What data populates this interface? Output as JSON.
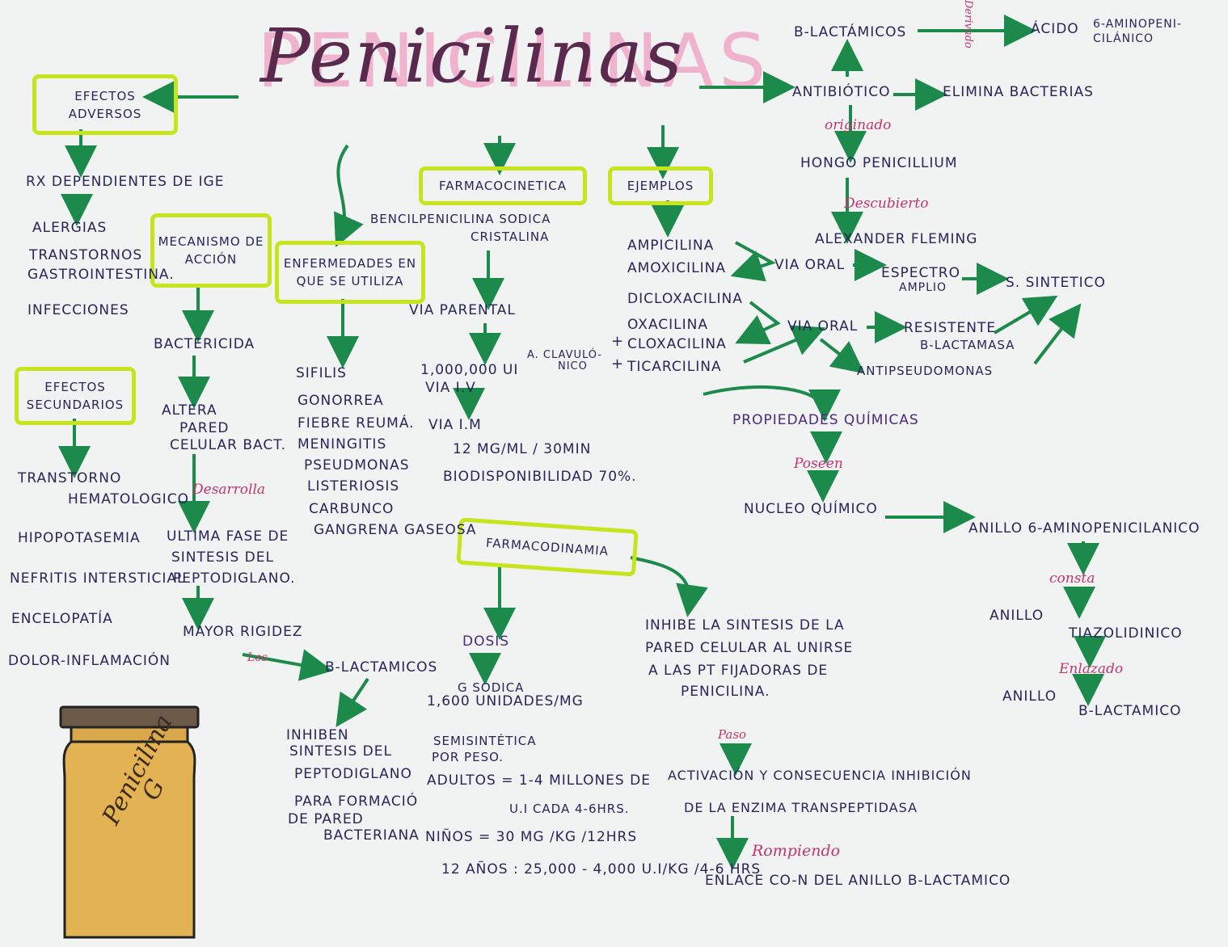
{
  "title": "Penicilinas",
  "title_ghost": "PENICILINAS",
  "boxes": {
    "efectos_adversos": "Efectos adversos",
    "mecanismo": "Mecanismo de acción",
    "enfermedades": "Enfermedades en que se utiliza",
    "farmacocinetica": "Farmacocinetica",
    "ejemplos": "Ejemplos",
    "efectos_secundarios": "Efectos secundarios",
    "farmacodinamia": "Farmacodinamia"
  },
  "top_right": {
    "beta_lactamicos": "β-Lactámicos",
    "derivado": "Derivado",
    "acido": "Ácido",
    "acido_6": "6-Aminopeni-",
    "acido_6b": "cilánico",
    "antibiotico": "Antibiótico",
    "elimina": "Elimina bacterias",
    "originado": "originado",
    "hongo": "Hongo Penicillium",
    "descubierto": "Descubierto",
    "alexander": "Alexander Fleming"
  },
  "efectos_adversos": {
    "rx": "Rx dependientes de IgE",
    "items": [
      "Alergias",
      "Transtornos",
      "gastrointestina.",
      "Infecciones"
    ]
  },
  "efectos_secundarios": {
    "items": [
      "Transtorno",
      "hematologico",
      "Hipopotasemia",
      "Nefritis intersticial",
      "Encelopatía",
      "Dolor-inflamación"
    ]
  },
  "mecanismo": {
    "bactericida": "Bactericida",
    "altera": [
      "Altera",
      "pared",
      "celular bact."
    ],
    "desarrolla": "Desarrolla",
    "ultima": [
      "Ultima fase de",
      "sintesis del",
      "peptodiglano."
    ],
    "mayor": "Mayor rigidez",
    "los": "Los",
    "beta": "β-Lactamicos",
    "inhiben": [
      "Inhiben",
      "sintesis del",
      "peptodiglano",
      "para formació",
      "de pared",
      "bacteriana"
    ]
  },
  "enfermedades": {
    "items": [
      "Sifilis",
      "Gonorrea",
      "Fiebre reumá.",
      "Meningitis",
      "Pseudmonas",
      "Listeriosis",
      "Carbunco",
      "Gangrena gaseosa"
    ]
  },
  "farmacocinetica": {
    "bencil": [
      "Bencilpenicilina sodica",
      "cristalina"
    ],
    "via_parental": "Via parental",
    "dosis1": [
      "1,000,000 UI",
      "via I.V"
    ],
    "via_im": "Via I.M",
    "conc": "12 mg/mL / 30min",
    "bio": "Biodisponibilidad 70%."
  },
  "ejemplos": {
    "grupo1": [
      "Ampicilina",
      "Amoxicilina"
    ],
    "grupo2": [
      "Dicloxacilina",
      "Oxacilina",
      "Cloxacilina",
      "Ticarcilina"
    ],
    "acido_clav": [
      "A. clavuló-",
      "nico"
    ],
    "plus": "+",
    "via_oral1": "Via oral",
    "espectro": [
      "Espectro",
      "amplio"
    ],
    "s_sintetico": "S. sintetico",
    "via_oral2": "Via oral",
    "resistente": [
      "Resistente",
      "β-Lactamasa"
    ],
    "antipseudo": "Antipseudomonas"
  },
  "propiedades": {
    "title": "Propiedades químicas",
    "poseen": "Poseen",
    "nucleo": "Nucleo químico",
    "anillo6": "Anillo 6-aminopenicilanico",
    "consta": "consta",
    "tiazol": [
      "Anillo",
      "Tiazolidinico"
    ],
    "enlazado": "Enlazado",
    "betalac": [
      "Anillo",
      "β-Lactamico"
    ]
  },
  "farmacodinamia": {
    "dosis": "Dosis",
    "g_sodica": [
      "G sodica",
      "1,600 unidades/mg"
    ],
    "semi": [
      "Semisintética",
      "por peso."
    ],
    "adultos": "Adultos = 1-4 millones de",
    "adultos2": "U.I cada 4-6hrs.",
    "ninos": "Niños = 30 mg /kg /12hrs",
    "doce": "12 años : 25,000 - 4,000 U.I/kg /4-6 hrs",
    "inhibe": [
      "Inhibe la sintesis de la",
      "pared celular al unirse",
      "a las PT fijadoras de",
      "penicilina."
    ],
    "paso": "Paso",
    "activacion": [
      "Activación y consecuencia inhibición",
      "de la enzima transpeptidasa"
    ],
    "rompiendo": "Rompiendo",
    "enlace": "Enlace CO-N del anillo β-Lactamico"
  },
  "bottle": {
    "label": "Penicilina",
    "g": "G"
  },
  "colors": {
    "highlight": "#c6e51c",
    "arrow": "#1c8a4a",
    "ink": "#26265a",
    "pink": "#c0356e",
    "ghost": "#f0a9c8"
  }
}
